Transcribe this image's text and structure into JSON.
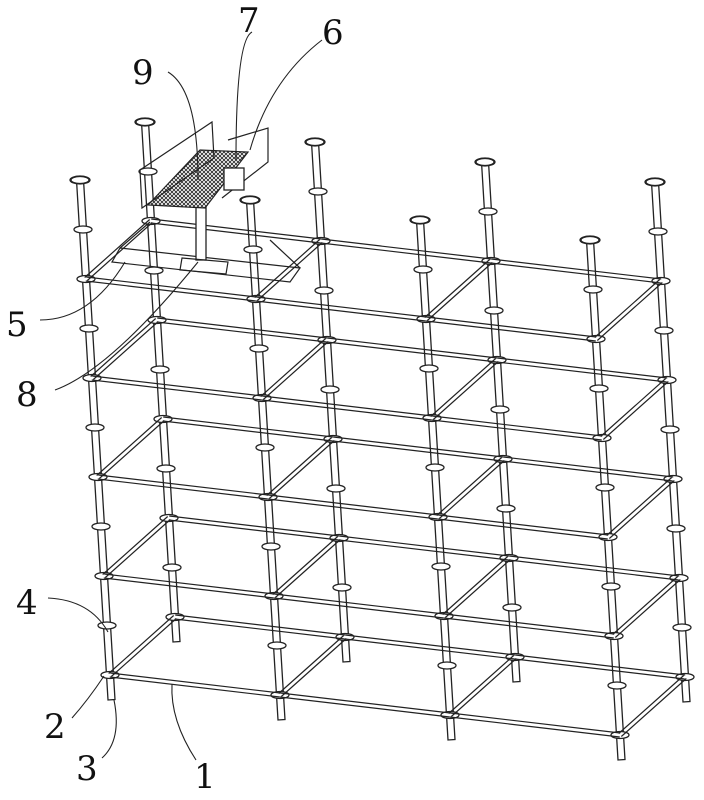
{
  "figure": {
    "title": "Scaffold assembly drawing",
    "part_labels": [
      {
        "id": "1",
        "text": "1",
        "part": "horizontal-bar"
      },
      {
        "id": "2",
        "text": "2",
        "part": "rosette-joint"
      },
      {
        "id": "3",
        "text": "3",
        "part": "vertical-post-base"
      },
      {
        "id": "4",
        "text": "4",
        "part": "vertical-post"
      },
      {
        "id": "5",
        "text": "5",
        "part": "support-frame"
      },
      {
        "id": "6",
        "text": "6",
        "part": "side-guard-plate"
      },
      {
        "id": "7",
        "text": "7",
        "part": "box"
      },
      {
        "id": "8",
        "text": "8",
        "part": "support-column"
      },
      {
        "id": "9",
        "text": "9",
        "part": "mesh-platform"
      }
    ]
  }
}
